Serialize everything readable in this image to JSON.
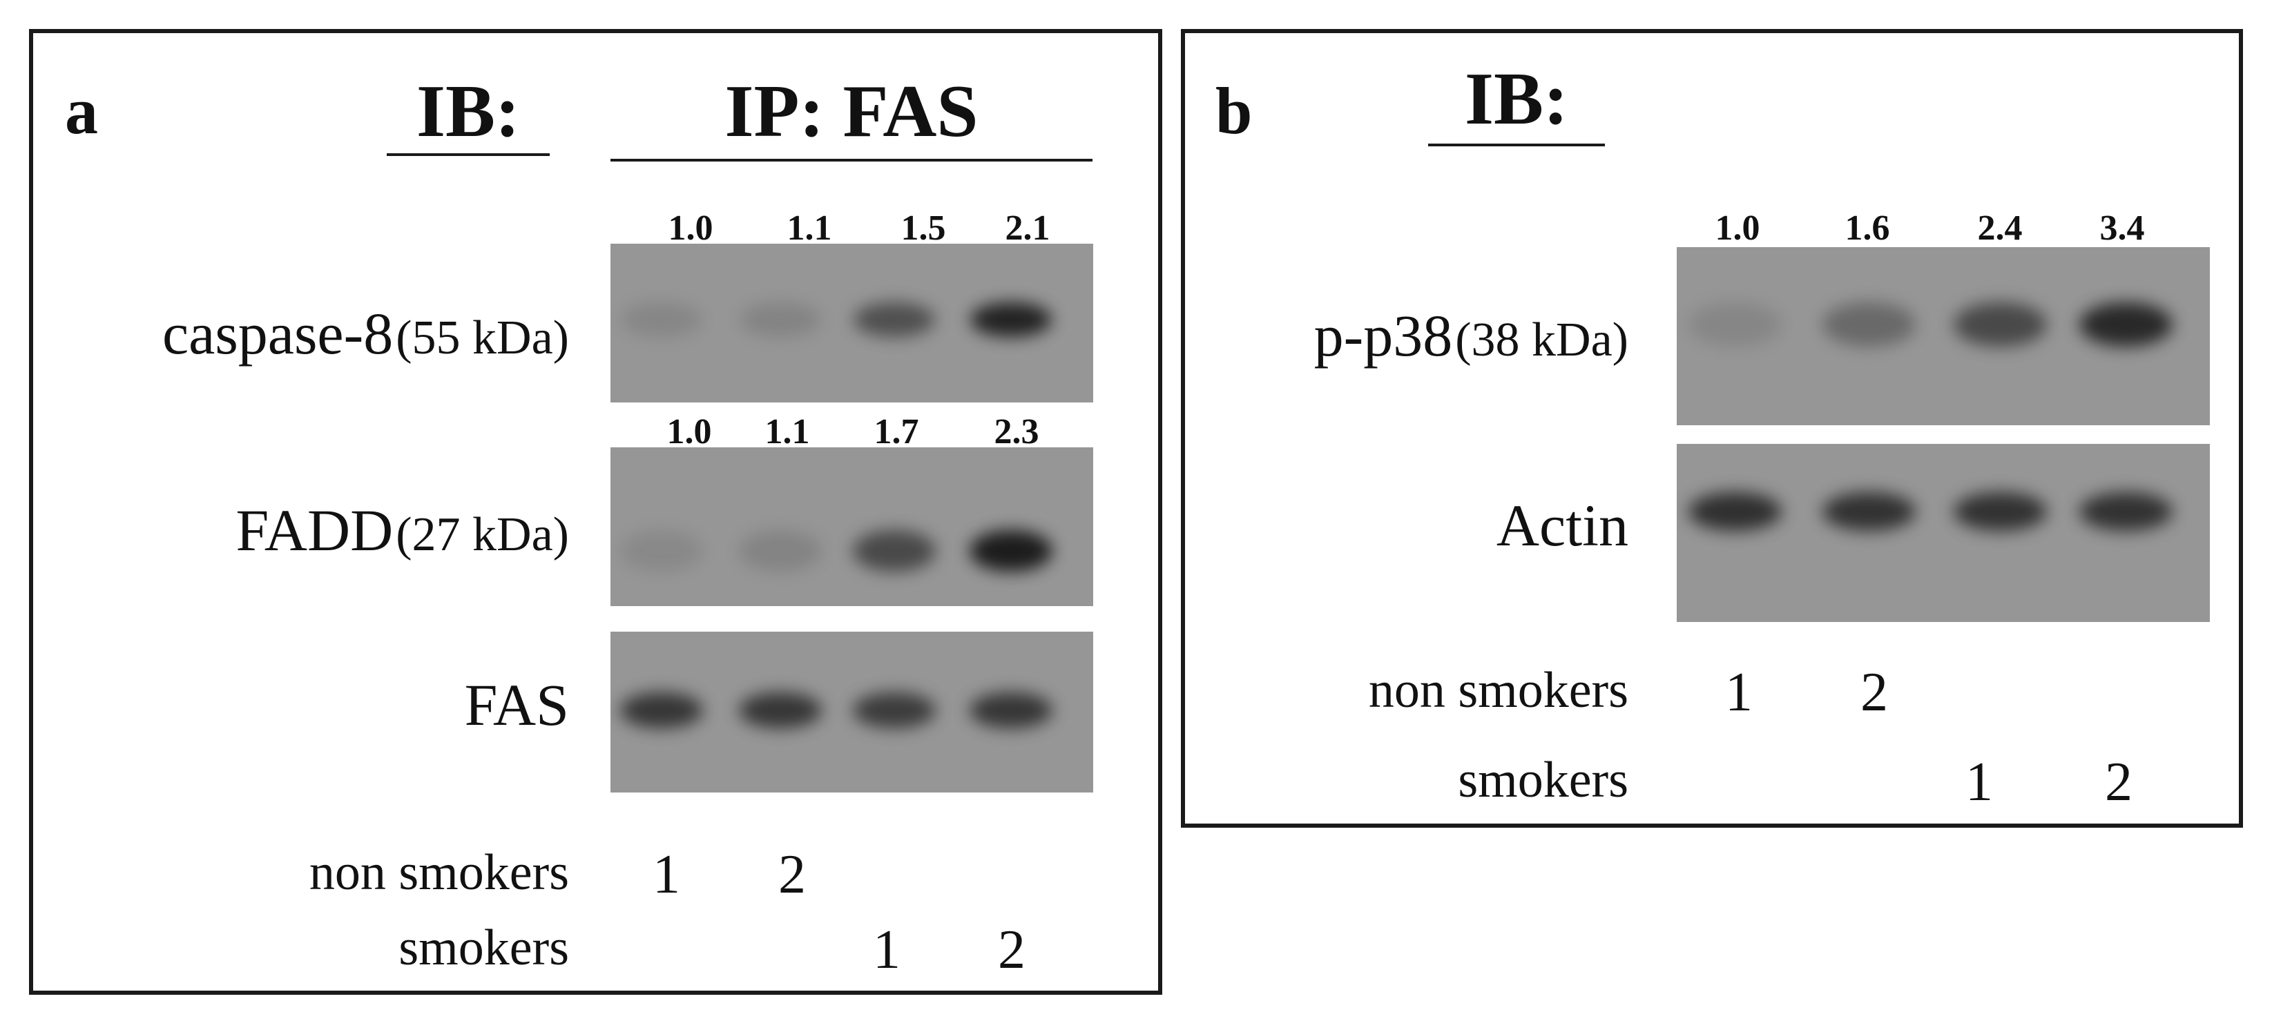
{
  "panel_a": {
    "letter": "a",
    "ib_header": "IB:",
    "ip_header": "IP: FAS",
    "rows": [
      {
        "name": "caspase-8",
        "kda": "(55 kDa)",
        "quants": [
          "1.0",
          "1.1",
          "1.5",
          "2.1"
        ],
        "band_intensity": [
          0.12,
          0.14,
          0.55,
          0.9
        ]
      },
      {
        "name": "FADD",
        "kda": "(27 kDa)",
        "quants": [
          "1.0",
          "1.1",
          "1.7",
          "2.3"
        ],
        "band_intensity": [
          0.1,
          0.14,
          0.6,
          0.95
        ]
      },
      {
        "name": "FAS",
        "kda": "",
        "quants": [],
        "band_intensity": [
          0.75,
          0.75,
          0.7,
          0.75
        ]
      }
    ],
    "groups": {
      "non_smokers_label": "non smokers",
      "smokers_label": "smokers",
      "non_smokers_lanes": [
        "1",
        "2"
      ],
      "smokers_lanes": [
        "1",
        "2"
      ]
    }
  },
  "panel_b": {
    "letter": "b",
    "ib_header": "IB:",
    "rows": [
      {
        "name": "p-p38",
        "kda": "(38 kDa)",
        "quants": [
          "1.0",
          "1.6",
          "2.4",
          "3.4"
        ],
        "band_intensity": [
          0.12,
          0.35,
          0.6,
          0.85
        ]
      },
      {
        "name": "Actin",
        "kda": "",
        "quants": [],
        "band_intensity": [
          0.8,
          0.78,
          0.78,
          0.78
        ]
      }
    ],
    "groups": {
      "non_smokers_label": "non smokers",
      "smokers_label": "smokers",
      "non_smokers_lanes": [
        "1",
        "2"
      ],
      "smokers_lanes": [
        "1",
        "2"
      ]
    }
  },
  "colors": {
    "border": "#1a1a1a",
    "blot_background": "#969696",
    "band": "#161616",
    "text": "#111111"
  }
}
